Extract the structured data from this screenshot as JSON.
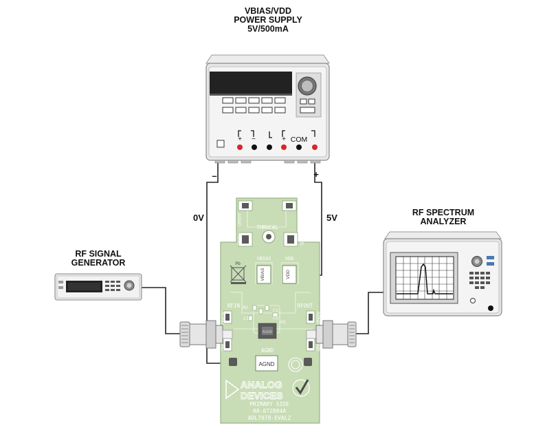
{
  "power_supply": {
    "label_lines": [
      "VBIAS/VDD",
      "POWER SUPPLY",
      "5V/500mA"
    ],
    "terminals": {
      "plus": "+",
      "minus": "−",
      "plus2": "+",
      "com": "COM"
    },
    "lead_minus": "–",
    "lead_plus": "+"
  },
  "rails": {
    "zero": "0V",
    "five": "5V"
  },
  "signal_generator": {
    "label_lines": [
      "RF SIGNAL",
      "GENERATOR"
    ]
  },
  "spectrum_analyzer": {
    "label_lines": [
      "RF SPECTRUM",
      "ANALYZER"
    ]
  },
  "board": {
    "thrucal": "THRUCAL",
    "agnd": "AGND",
    "vbias": "VBIAS",
    "vdd": "VDD",
    "rfin": "RFIN",
    "rfout": "RFOUT",
    "r2": "R2",
    "c1": "C1",
    "c2": "C2",
    "c3": "C3",
    "u1": "U1",
    "paddle": "AGND",
    "company_1": "ANALOG",
    "company_2": "DEVICES",
    "primary_side": "PRIMARY SIDE",
    "part_number": "08-072884A",
    "eval_name": "ADL7078-EVALZ",
    "pb_mark": "Pb"
  }
}
